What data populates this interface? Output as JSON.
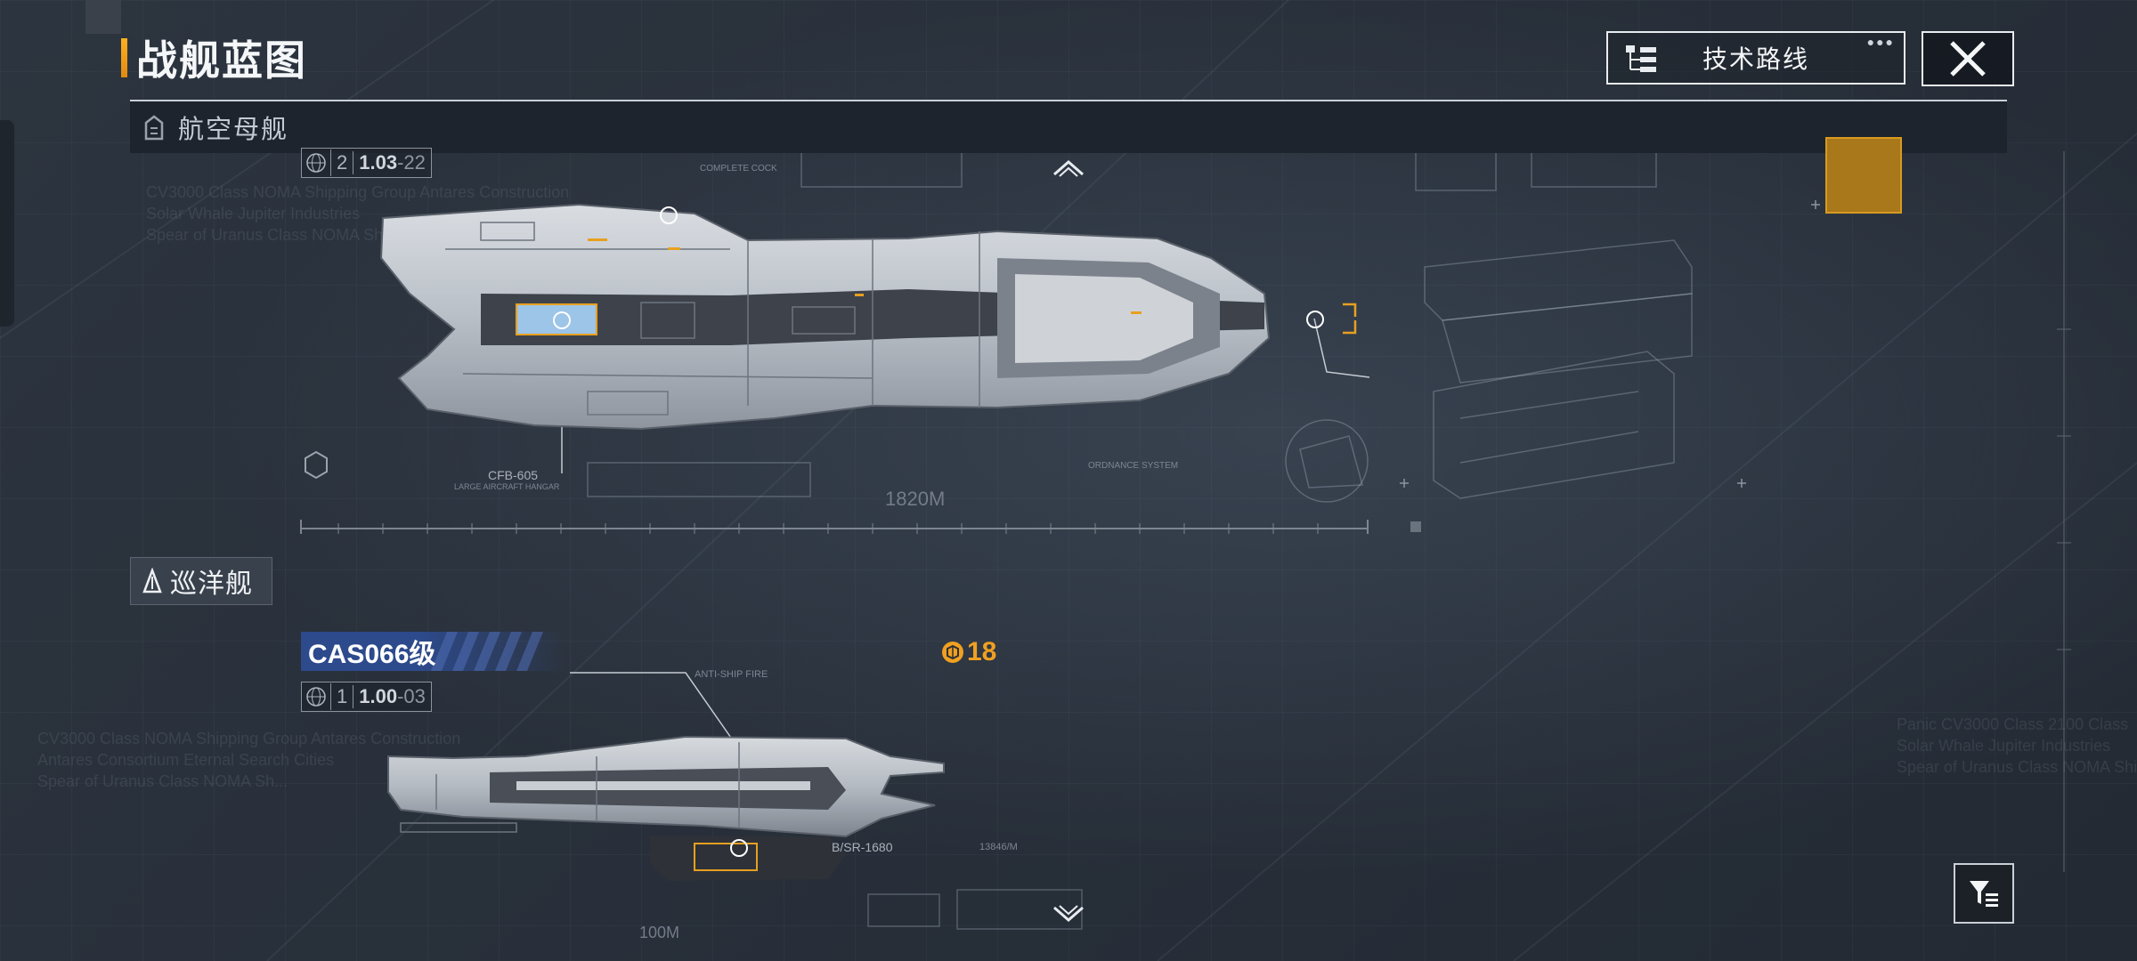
{
  "header": {
    "title": "战舰蓝图"
  },
  "top_right": {
    "tech_route_label": "技术路线",
    "tech_icon": "tech-tree-icon",
    "close_icon": "close-icon"
  },
  "sections": [
    {
      "label": "航空母舰",
      "icon": "carrier-icon",
      "ship": {
        "tier": "2",
        "version_main": "1.03",
        "version_sub": "-22",
        "length_label": "1820M",
        "annotations": [
          "CFB-605",
          "LARGE AIRCRAFT HANGAR",
          "ORDNANCE SYSTEM",
          "COMPLETE COCK"
        ],
        "ghost_text": [
          "CV3000 Class NOMA Shipping Group Antares Construction",
          "Solar Whale Jupiter Industries",
          "Spear of Uranus Class NOMA Shipping Group"
        ]
      }
    },
    {
      "label": "巡洋舰",
      "icon": "cruiser-icon",
      "ship": {
        "name": "CAS066级",
        "cost": "18",
        "cost_icon": "resource-coin-icon",
        "tier": "1",
        "version_main": "1.00",
        "version_sub": "-03",
        "length_label": "100M",
        "annotations": [
          "ANTI-SHIP FIRE",
          "B/SR-1680",
          "13846/M"
        ],
        "ghost_text": [
          "CV3000 Class NOMA Shipping Group Antares Construction",
          "Antares Consortium Eternal Search Cities",
          "Spear of Uranus Class NOMA Sh..."
        ],
        "ghost_text_right": [
          "Panic CV3000 Class 2100 Class",
          "Solar Whale Jupiter Industries",
          "Spear of Uranus Class NOMA Shipping"
        ]
      }
    }
  ],
  "colors": {
    "accent": "#f0a020",
    "background": "#29303b",
    "ship_name_bg": "#2d4a8c",
    "selection": "#a8781a"
  },
  "controls": {
    "scroll_up_icon": "chevron-up-icon",
    "scroll_down_icon": "chevron-down-icon",
    "filter_icon": "filter-icon"
  }
}
